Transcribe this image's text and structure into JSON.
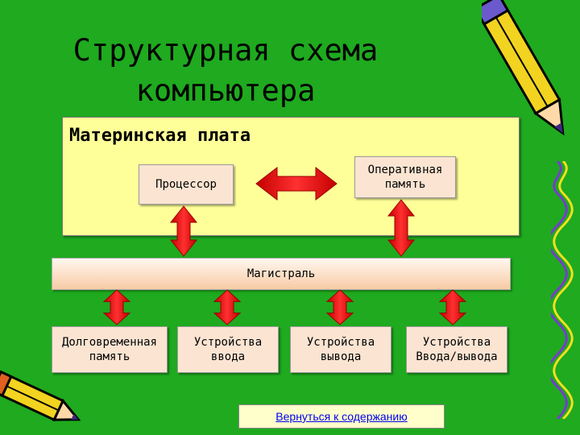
{
  "title_line1": "Структурная схема",
  "title_line2": "компьютера",
  "motherboard": {
    "label": "Материнская плата"
  },
  "cpu": {
    "label": "Процессор"
  },
  "ram": {
    "line1": "Оперативная",
    "line2": "память"
  },
  "bus": {
    "label": "Магистраль"
  },
  "devices": [
    {
      "line1": "Долговременная",
      "line2": "память"
    },
    {
      "line1": "Устройства",
      "line2": "ввода"
    },
    {
      "line1": "Устройства",
      "line2": "вывода"
    },
    {
      "line1": "Устройства",
      "line2": "Ввода/вывода"
    }
  ],
  "back_link": "Вернуться к содержанию",
  "colors": {
    "background": "#1faa1f",
    "motherboard": "#ffff99",
    "box": "#fbe4d2",
    "arrow": "#e01a1a"
  },
  "icons": [
    "pencil-icon",
    "squiggle-decoration"
  ]
}
